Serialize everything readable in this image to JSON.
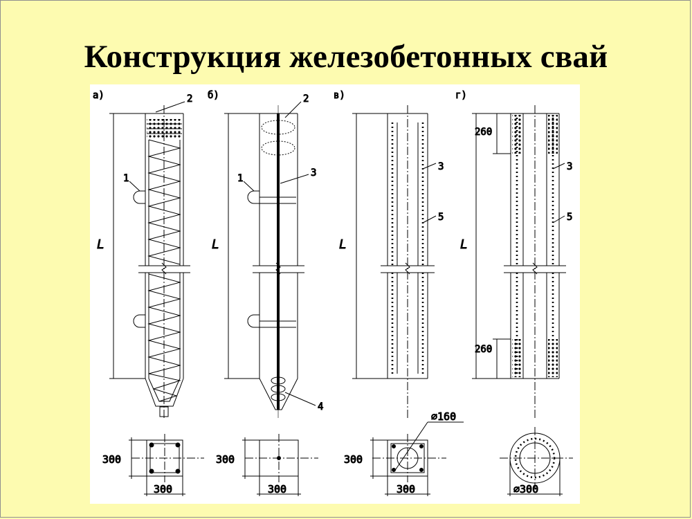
{
  "page": {
    "title": "Конструкция железобетонных свай",
    "background": "#fdfbb0"
  },
  "figure": {
    "panels": [
      {
        "id": "a",
        "label": "а)",
        "length_label": "L",
        "callouts": [
          "1",
          "2"
        ],
        "section_h": "300",
        "section_w": "300"
      },
      {
        "id": "b",
        "label": "б)",
        "length_label": "L",
        "callouts": [
          "1",
          "2",
          "3",
          "4"
        ],
        "section_h": "300",
        "section_w": "300"
      },
      {
        "id": "v",
        "label": "в)",
        "length_label": "L",
        "callouts": [
          "3",
          "5"
        ],
        "section_h": "300",
        "section_w": "300",
        "hole": "∅160"
      },
      {
        "id": "g",
        "label": "г)",
        "length_label": "L",
        "callouts": [
          "3",
          "5"
        ],
        "end_top": "260",
        "end_bottom": "260",
        "section_d": "∅300"
      }
    ]
  }
}
